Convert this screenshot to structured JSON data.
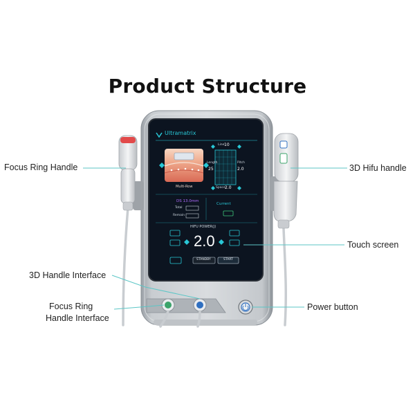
{
  "title": "Product Structure",
  "labels": {
    "focus_ring_handle": "Focus Ring Handle",
    "hifu_handle": "3D Hifu handle",
    "touch_screen": "Touch screen",
    "handle_interface": "3D Handle Interface",
    "focus_ring_interface_line1": "Focus Ring",
    "focus_ring_interface_line2": "Handle Interface",
    "power_button": "Power button"
  },
  "screen": {
    "brand": "Ultramatrix",
    "mode": "Multi-Row",
    "line_label": "Line",
    "line_value": "10",
    "length_label": "Length",
    "length_value": "25",
    "pitch_label": "Pitch",
    "pitch_value": "2.0",
    "space_label": "Space",
    "space_value": "2.0",
    "cartridge": "DS 13.0mm",
    "total_label": "Total",
    "remain_label": "Remain",
    "current_label": "Current",
    "power_label": "HIFU POWER(J)",
    "power_value": "2.0",
    "standby": "STANDBY",
    "start": "START"
  },
  "colors": {
    "accent_line": "#5bc6c6",
    "screen_bg": "#0c1420",
    "screen_cyan": "#29c7d6",
    "handle_red": "#e24a4a",
    "interface_green": "#3aa36a",
    "interface_blue": "#2f6fc0"
  }
}
